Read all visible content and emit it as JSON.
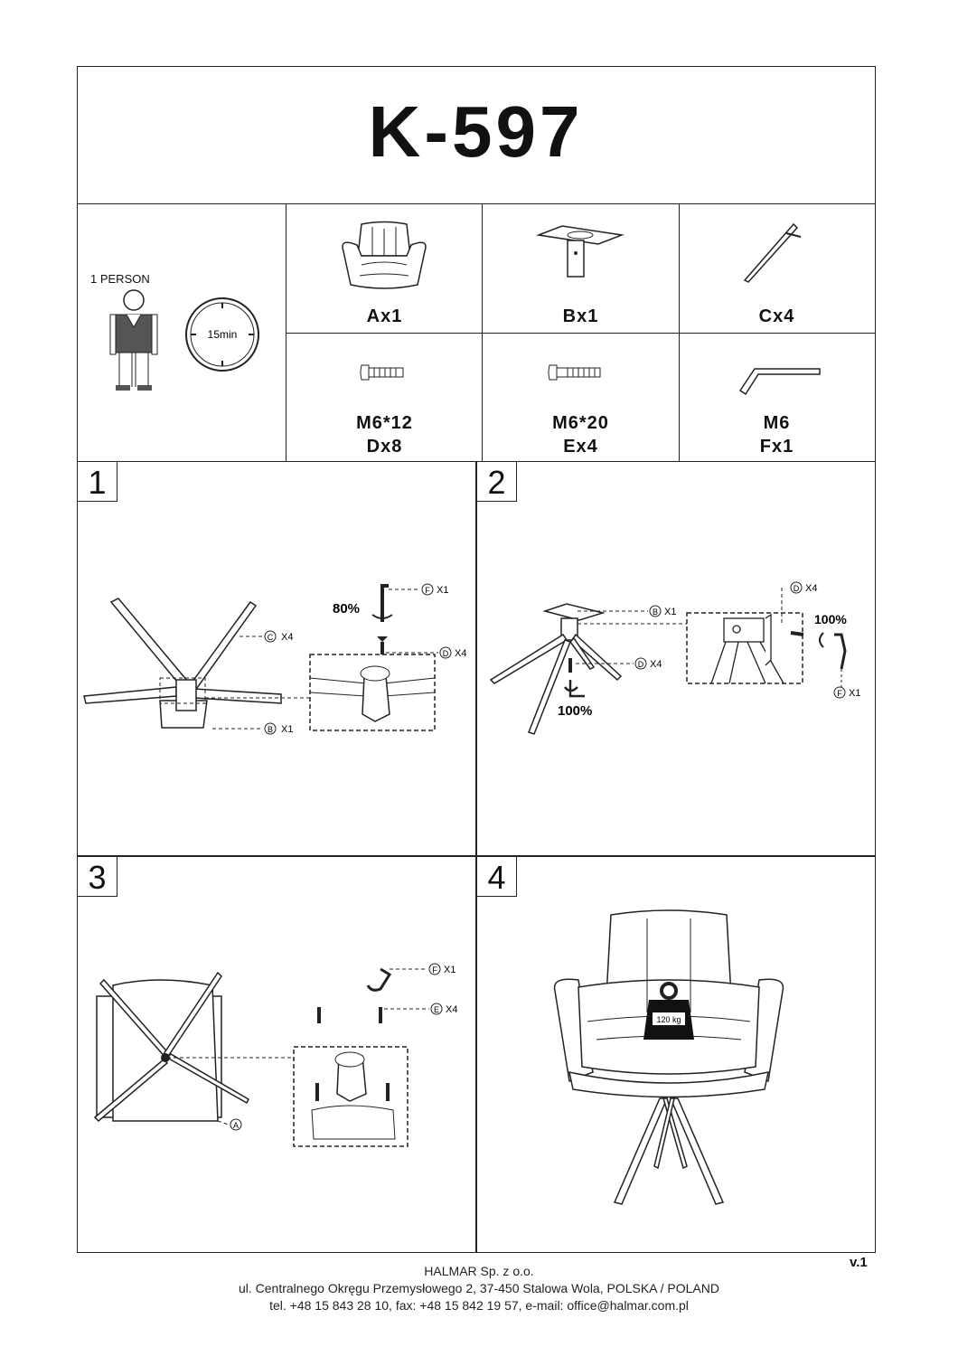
{
  "title": "K-597",
  "requirements": {
    "persons": "1 PERSON",
    "time": "15min"
  },
  "parts": [
    {
      "id": "A",
      "qty": "Ax1"
    },
    {
      "id": "B",
      "qty": "Bx1"
    },
    {
      "id": "C",
      "qty": "Cx4"
    },
    {
      "id": "D",
      "size": "M6*12",
      "qty": "Dx8"
    },
    {
      "id": "E",
      "size": "M6*20",
      "qty": "Ex4"
    },
    {
      "id": "F",
      "size": "M6",
      "qty": "Fx1"
    }
  ],
  "steps": [
    {
      "number": "1",
      "torque": "80%",
      "callouts": [
        {
          "letter": "F",
          "qty": "X1"
        },
        {
          "letter": "C",
          "qty": "X4"
        },
        {
          "letter": "D",
          "qty": "X4"
        },
        {
          "letter": "B",
          "qty": "X1"
        }
      ]
    },
    {
      "number": "2",
      "torque": "100%",
      "torque2": "100%",
      "callouts": [
        {
          "letter": "D",
          "qty": "X4"
        },
        {
          "letter": "B",
          "qty": "X1"
        },
        {
          "letter": "D",
          "qty": "X4"
        },
        {
          "letter": "F",
          "qty": "X1"
        }
      ]
    },
    {
      "number": "3",
      "callouts": [
        {
          "letter": "F",
          "qty": "X1"
        },
        {
          "letter": "E",
          "qty": "X4"
        },
        {
          "letter": "A",
          "qty": ""
        }
      ]
    },
    {
      "number": "4",
      "weight": "120 kg"
    }
  ],
  "footer": {
    "version": "v.1",
    "company": "HALMAR Sp. z o.o.",
    "address": "ul. Centralnego Okręgu Przemysłowego 2, 37-450 Stalowa Wola, POLSKA / POLAND",
    "contact": "tel. +48 15 843 28 10, fax: +48 15 842 19 57, e-mail: office@halmar.com.pl"
  }
}
